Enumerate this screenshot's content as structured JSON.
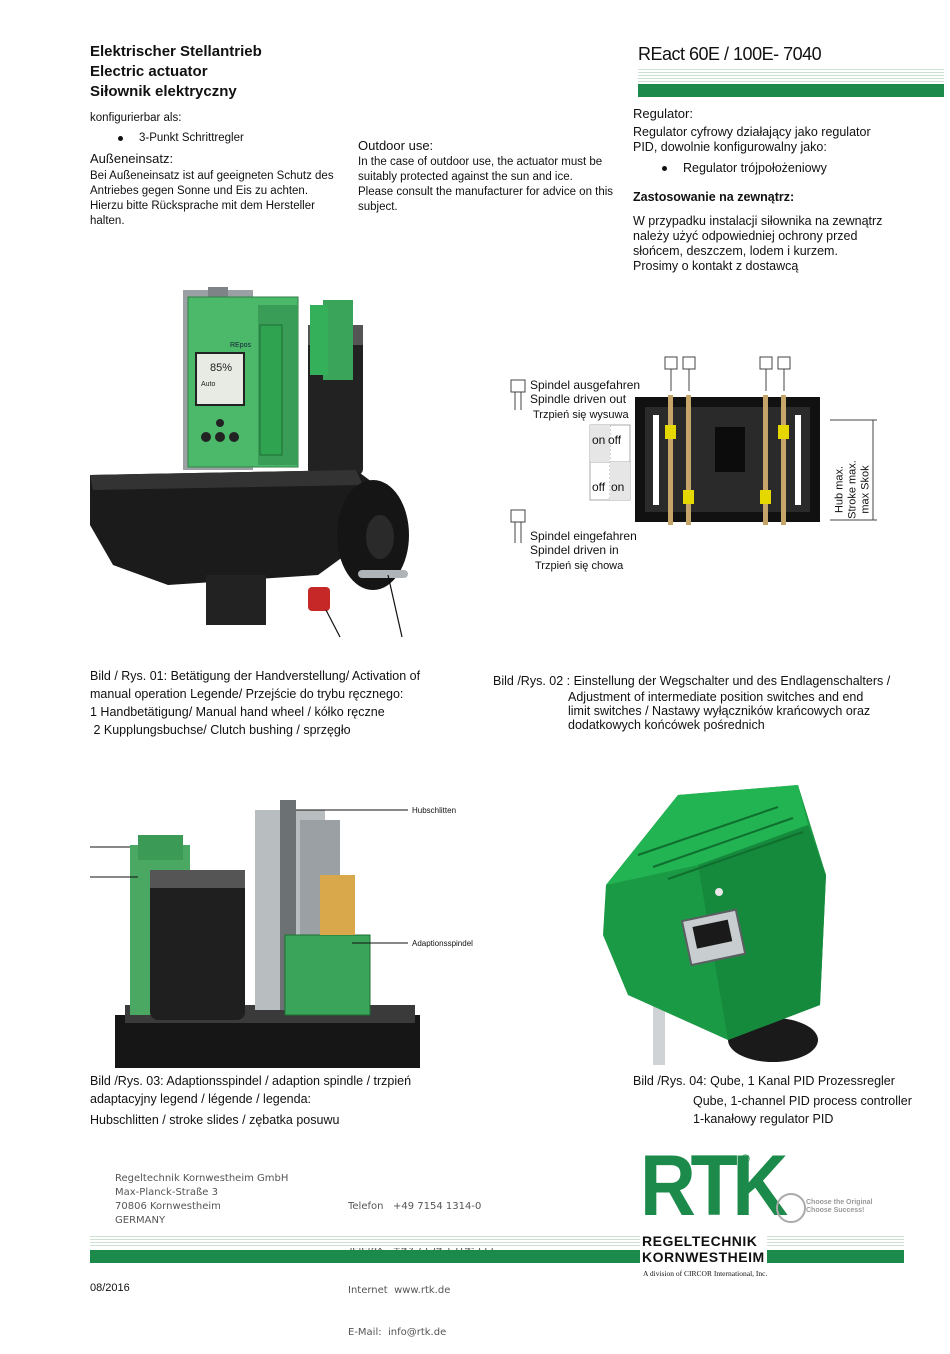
{
  "header_left": {
    "title_de": "Elektrischer Stellantrieb",
    "title_en": "Electric actuator",
    "title_pl": "Siłownik elektryczny"
  },
  "header_right": {
    "model": "REact 60E / 100E- 7040"
  },
  "col1": {
    "config_label": "konfigurierbar als:",
    "bullet": "3-Punkt Schrittregler",
    "heading": "Außeneinsatz:",
    "lines": [
      "Bei Außeneinsatz ist auf geeigneten Schutz des",
      "Antriebes gegen Sonne und Eis zu achten.",
      "Hierzu bitte Rücksprache mit dem Hersteller halten."
    ]
  },
  "col2": {
    "heading": "Outdoor use:",
    "lines": [
      "In the case of outdoor use, the actuator must be",
      "suitably protected against the sun and ice.",
      "Please consult the manufacturer for advice on this",
      "subject."
    ]
  },
  "col3": {
    "heading": "Regulator:",
    "lines": [
      "Regulator cyfrowy działający jako regulator",
      "PID, dowolnie konfigurowalny jako:"
    ],
    "bullet": "Regulator trójpołożeniowy",
    "heading2": "Zastosowanie na zewnątrz:",
    "lines2": [
      "W przypadku instalacji siłownika na zewnątrz",
      "należy użyć odpowiedniej ochrony przed",
      "słońcem, deszczem, lodem i kurzem.",
      "Prosimy o kontakt z dostawcą"
    ]
  },
  "fig1": {
    "display_value": "85%",
    "display_mode": "Auto",
    "brand": "REpos",
    "caption": [
      "Bild / Rys. 01: Betätigung der Handverstellung/ Activation of",
      "manual operation Legende/ Przejście do trybu ręcznego:",
      "1 Handbetätigung/ Manual hand wheel / kółko ręczne",
      " 2 Kupplungsbuchse/ Clutch bushing / sprzęgło"
    ]
  },
  "fig2": {
    "out": [
      "Spindel ausgefahren",
      "Spindle driven out",
      "Trzpień się wysuwa"
    ],
    "in": [
      "Spindel eingefahren",
      "Spindel driven in",
      "Trzpień się chowa"
    ],
    "on": "on",
    "off": "off",
    "stroke": [
      "Hub max.",
      "Stroke max.",
      "max Skok"
    ],
    "caption_first": "Bild /Rys. 02 : Einstellung der Wegschalter und des Endlagenschalters /",
    "caption_rest": [
      "Adjustment of intermediate position switches and end",
      "limit switches / Nastawy wyłączników krańcowych oraz",
      "dodatkowych końcówek pośrednich"
    ]
  },
  "fig3": {
    "label1": "Hubschlitten",
    "label2": "Adaptionsspindel",
    "caption": [
      "Bild /Rys. 03: Adaptionsspindel / adaption spindle / trzpień",
      "adaptacyjny legend / légende / legenda:",
      "Hubschlitten / stroke slides / zębatka posuwu"
    ]
  },
  "fig4": {
    "caption": [
      "Bild /Rys. 04: Qube, 1 Kanal PID Prozessregler",
      "Qube, 1-channel PID process controller",
      "1-kanałowy regulator PID"
    ]
  },
  "footer": {
    "address": [
      "Regeltechnik Kornwestheim GmbH",
      "Max-Planck-Straße 3",
      "70806 Kornwestheim",
      "GERMANY"
    ],
    "contact": [
      "Telefon   +49 7154 1314-0",
      "Telefax   +49 7154 1314-333",
      "Internet  www.rtk.de",
      "E-Mail:  info@rtk.de"
    ],
    "logo": "RTK",
    "logo_reg": "®",
    "logo_line1": "REGELTECHNIK",
    "logo_line2": "KORNWESTHEIM",
    "logo_division": "A division of CIRCOR International, Inc.",
    "circor_line1": "Choose the Original",
    "circor_line2": "Choose Success!",
    "date": "08/2016"
  },
  "colors": {
    "brand_green": "#1c8a4a",
    "stripe": "#cde0d2"
  }
}
